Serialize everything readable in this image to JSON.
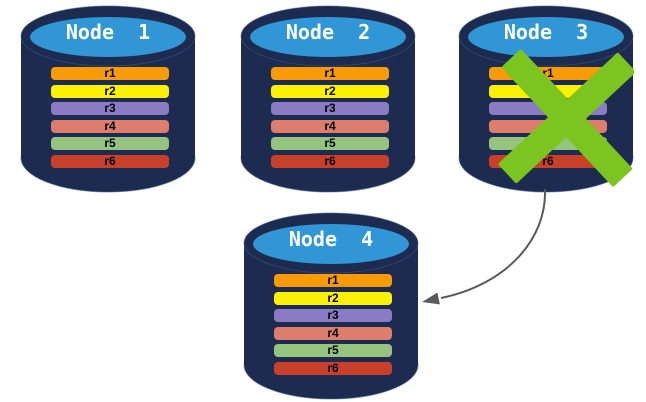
{
  "diagram": {
    "nodes": [
      {
        "label": "Node  1",
        "failed": false
      },
      {
        "label": "Node  2",
        "failed": false
      },
      {
        "label": "Node  3",
        "failed": true
      },
      {
        "label": "Node  4",
        "failed": false
      }
    ],
    "replicas": [
      {
        "label": "r1",
        "color": "#F99B06"
      },
      {
        "label": "r2",
        "color": "#FBF104"
      },
      {
        "label": "r3",
        "color": "#8A7CC2"
      },
      {
        "label": "r4",
        "color": "#DC7E6B"
      },
      {
        "label": "r5",
        "color": "#94C47E"
      },
      {
        "label": "r6",
        "color": "#C9402A"
      }
    ],
    "colors": {
      "background": "#FFFFFF",
      "cylinder_body": "#1C2B4F",
      "cylinder_edge": "#3D5C8F",
      "cylinder_top": "#3096D5",
      "title_text": "#FFFFFF",
      "replica_text": "#000000",
      "failure_x": "#7CC41F",
      "arrow": "#595959"
    }
  }
}
